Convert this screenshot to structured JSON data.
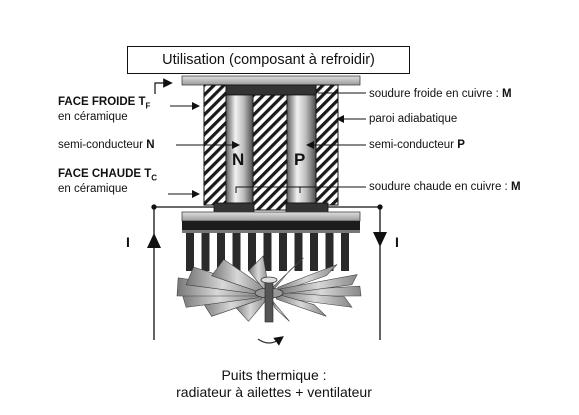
{
  "title_box": "Utilisation (composant à refroidir)",
  "labels": {
    "face_froide": "FACE FROIDE T",
    "face_froide_sub": "F",
    "face_froide_2": "en céramique",
    "semi_n_prefix": "semi-conducteur ",
    "semi_n_bold": "N",
    "face_chaude": "FACE CHAUDE T",
    "face_chaude_sub": "C",
    "face_chaude_2": "en céramique",
    "soudure_froide_prefix": "soudure froide en cuivre : ",
    "soudure_froide_bold": "M",
    "paroi": "paroi adiabatique",
    "semi_p_prefix": "semi-conducteur ",
    "semi_p_bold": "P",
    "soudure_chaude_prefix": "soudure chaude en cuivre : ",
    "soudure_chaude_bold": "M",
    "leg_n": "N",
    "leg_p": "P",
    "current_left": "I",
    "current_right": "I"
  },
  "caption": {
    "line1": "Puits thermique :",
    "line2": "radiateur à ailettes + ventilateur"
  },
  "colors": {
    "ceramic": "#c8c8c8",
    "copper": "#3a3a3a",
    "fin": "#2a2a2a",
    "hatch": "#222222"
  }
}
